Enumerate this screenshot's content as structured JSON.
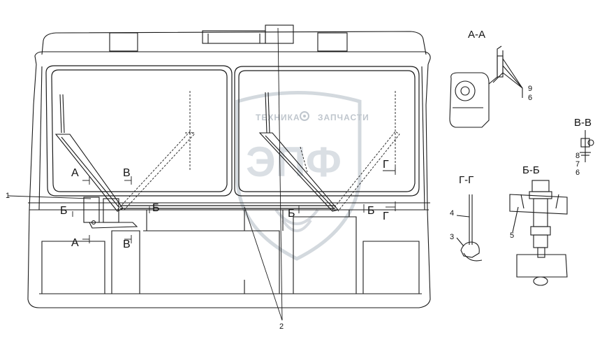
{
  "watermark": {
    "top_left": "ТЕХНИКА",
    "top_right": "ЗАПЧАСТИ",
    "big": "ЭПФ",
    "gear_icon": "gear-icon",
    "color": "#c9cfd6"
  },
  "callouts": {
    "n1": "1",
    "n2": "2",
    "n3": "3",
    "n4": "4",
    "n5": "5",
    "n6a": "6",
    "n6b": "6",
    "n7": "7",
    "n8": "8",
    "n9": "9"
  },
  "section_marks": {
    "a": "А",
    "b": "Б",
    "v": "В",
    "g": "Г"
  },
  "section_titles": {
    "aa": "А-А",
    "vv": "В-В",
    "gg": "Г-Г",
    "bb": "Б-Б"
  },
  "colors": {
    "line": "#1a1a1a",
    "hatch": "#333333"
  }
}
